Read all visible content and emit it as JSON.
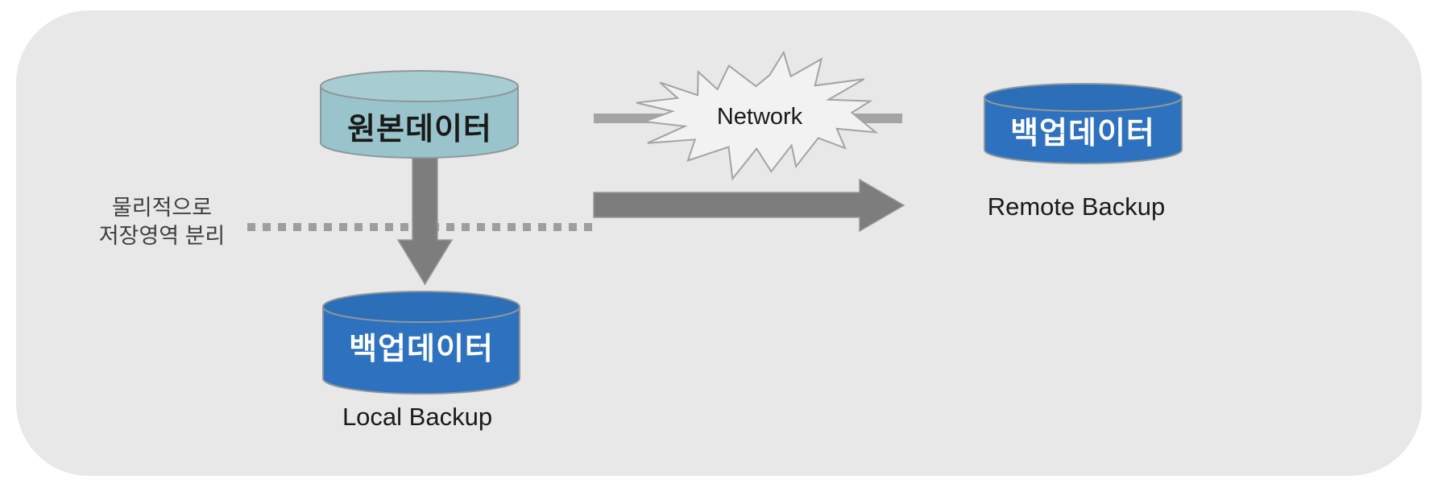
{
  "source_db": {
    "label": "원본데이터"
  },
  "local_db": {
    "label": "백업데이터",
    "caption": "Local Backup"
  },
  "remote_db": {
    "label": "백업데이터",
    "caption": "Remote Backup"
  },
  "network": {
    "label": "Network"
  },
  "separation_note": {
    "line1": "물리적으로",
    "line2": "저장영역 분리"
  },
  "colors": {
    "page_bg": "#ffffff",
    "panel_bg": "#e8e8e8",
    "source_body": "#9ac4cb",
    "source_top": "#a7cdd3",
    "backup_body": "#2e72bf",
    "backup_top": "#2c6eb8",
    "cylinder_stroke": "#8e979c",
    "arrow_fill": "#7d7d7d",
    "arrow_stroke": "#999999",
    "connector_bar": "#a4a4a4",
    "dotted_line": "#9e9e9e",
    "star_fill": "#f2f2f2",
    "star_stroke": "#a3a3a3",
    "label_dark": "#1a1a1a",
    "label_light": "#ffffff",
    "note_text": "#3f3f3f"
  }
}
